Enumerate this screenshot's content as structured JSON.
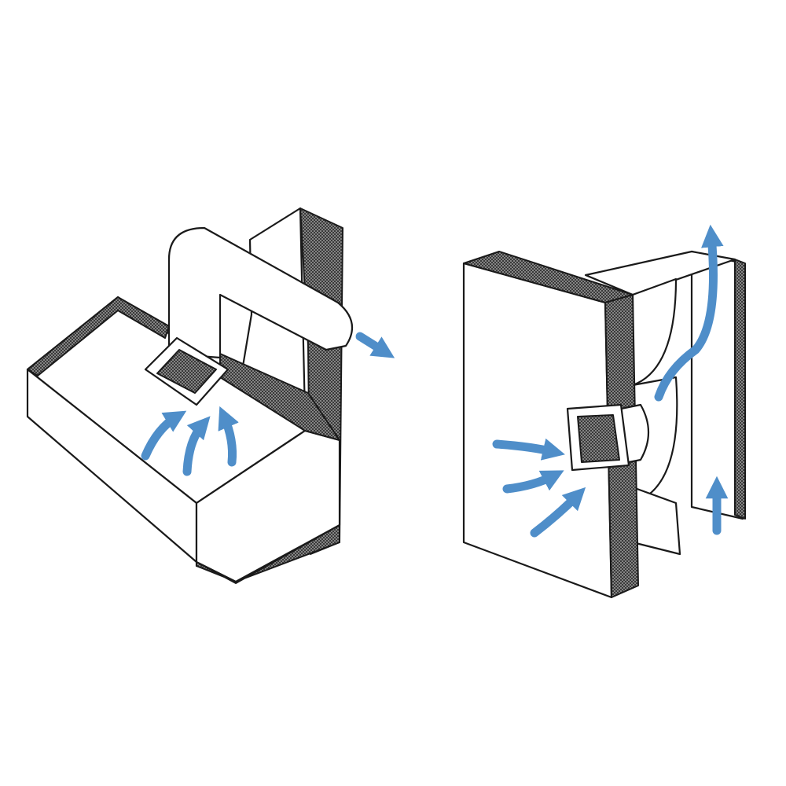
{
  "colors": {
    "airflow_arrow": "#4f8ec9",
    "line_art": "#1a1a1a",
    "background": "#ffffff"
  },
  "figures": [
    {
      "id": "left",
      "icon": "ducted-extractor-fan-through-wall"
    },
    {
      "id": "right",
      "icon": "wall-mounted-fan-through-cavity-wall"
    }
  ]
}
